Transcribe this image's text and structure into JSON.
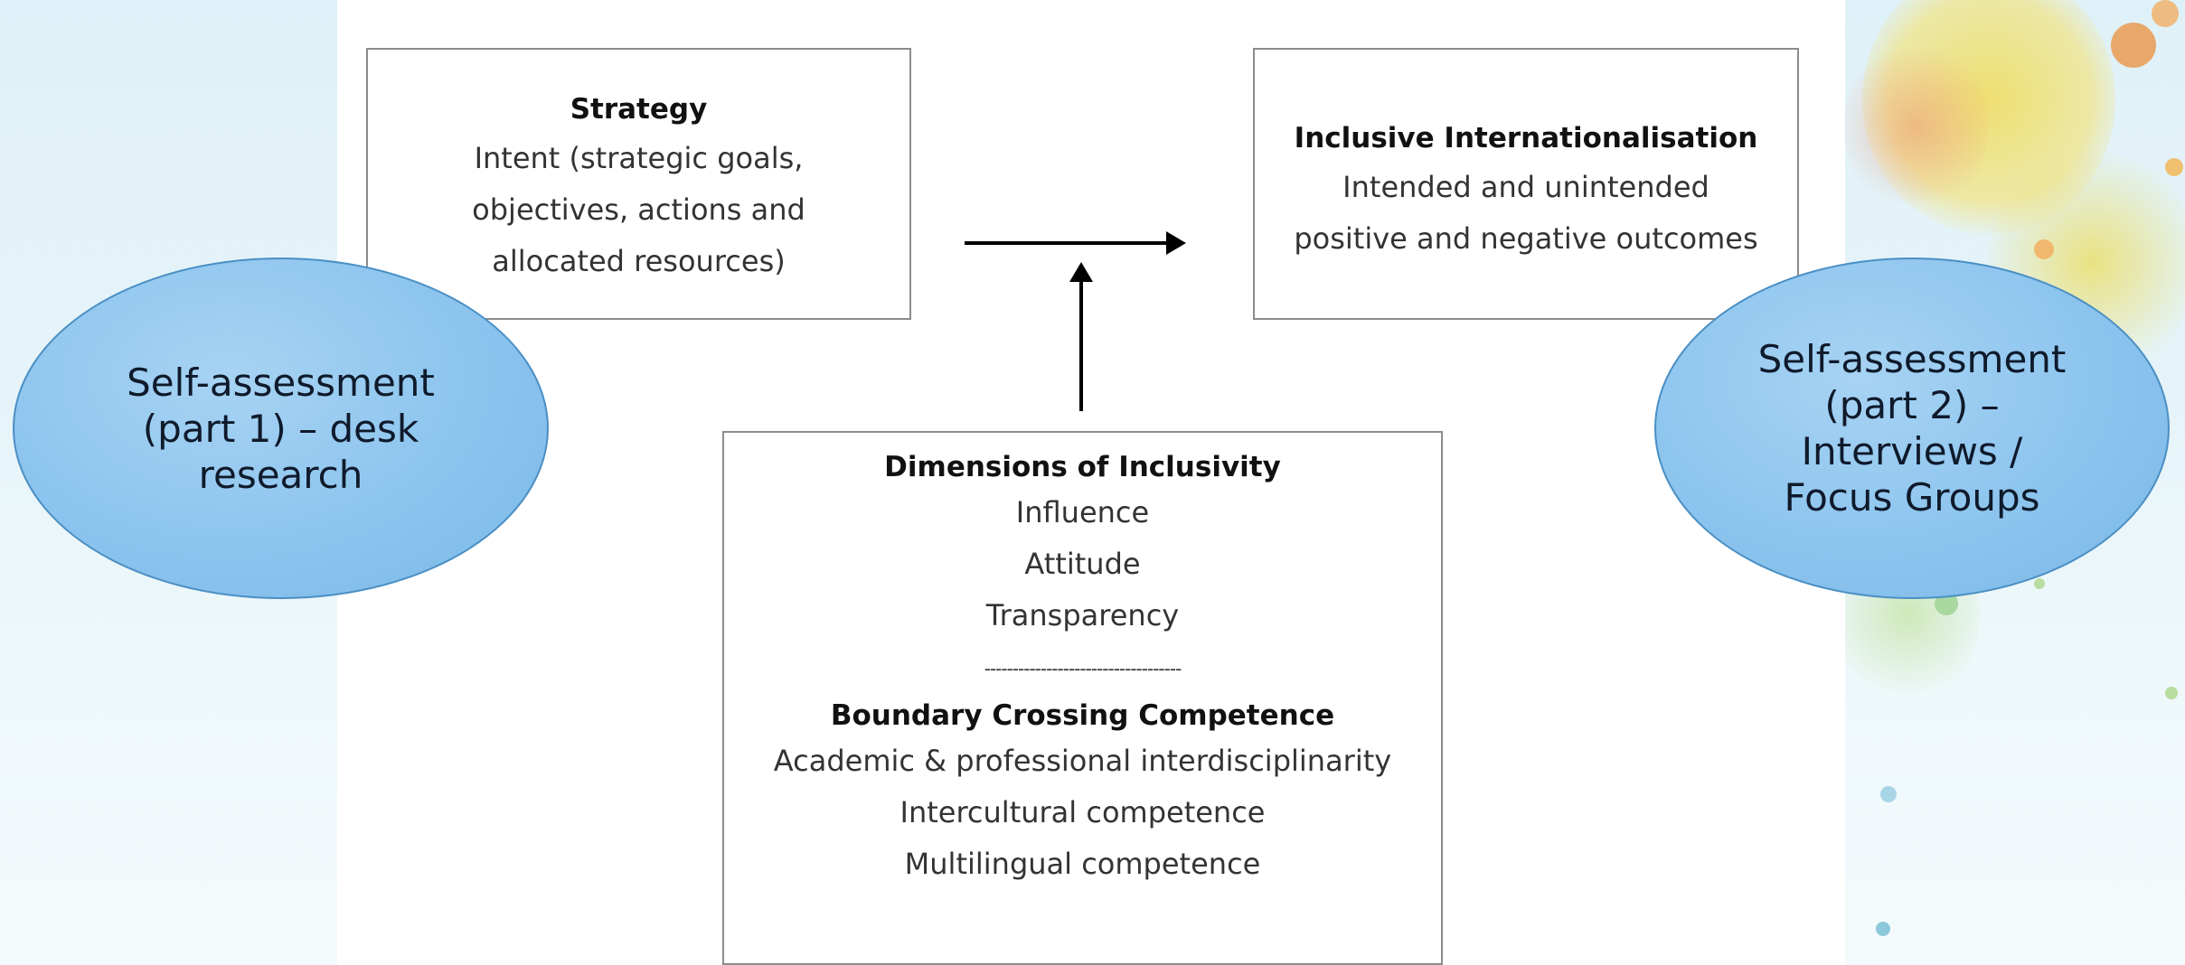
{
  "strategy_box": {
    "title": "Strategy",
    "lines": [
      "Intent (strategic goals,",
      "objectives, actions and",
      "allocated resources)"
    ]
  },
  "outcome_box": {
    "title": "Inclusive Internationalisation",
    "lines": [
      "Intended and unintended",
      "positive and negative outcomes"
    ]
  },
  "dimensions_box": {
    "title": "Dimensions of Inclusivity",
    "items": [
      "Influence",
      "Attitude",
      "Transparency"
    ],
    "divider": "-----------------------------------",
    "boundary_title": "Boundary Crossing Competence",
    "boundary_items": [
      "Academic & professional interdisciplinarity",
      "Intercultural competence",
      "Multilingual competence"
    ]
  },
  "self_assessment_left": {
    "text": "Self-assessment\n(part 1) – desk\nresearch"
  },
  "self_assessment_right": {
    "text": "Self-assessment\n(part 2) –\nInterviews /\nFocus Groups"
  }
}
